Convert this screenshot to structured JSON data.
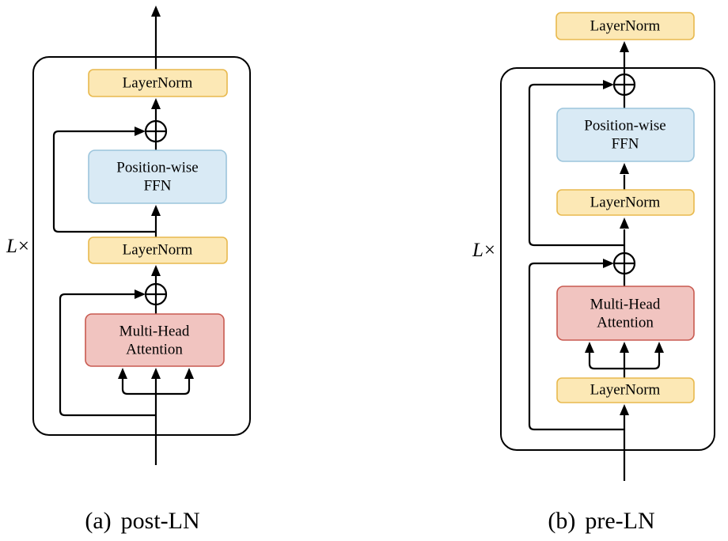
{
  "colors": {
    "background": "#FFFFFF",
    "line": "#000000",
    "gray_arrow": "#7D7D7D",
    "layernorm_fill": "#FCE8B5",
    "layernorm_stroke": "#E8B94E",
    "ffn_fill": "#D9EAF5",
    "ffn_stroke": "#9CC5DC",
    "attention_fill": "#F1C4C0",
    "attention_stroke": "#C85A50"
  },
  "panel_a": {
    "caption_tag": "(a)",
    "caption_text": "post-LN",
    "loop_label_l": "L",
    "loop_label_times": "×",
    "blocks": {
      "layernorm_top": "LayerNorm",
      "ffn_line1": "Position-wise",
      "ffn_line2": "FFN",
      "layernorm_mid": "LayerNorm",
      "attention_line1": "Multi-Head",
      "attention_line2": "Attention"
    }
  },
  "panel_b": {
    "caption_tag": "(b)",
    "caption_text": "pre-LN",
    "loop_label_l": "L",
    "loop_label_times": "×",
    "blocks": {
      "layernorm_output": "LayerNorm",
      "ffn_line1": "Position-wise",
      "ffn_line2": "FFN",
      "layernorm_mid": "LayerNorm",
      "attention_line1": "Multi-Head",
      "attention_line2": "Attention",
      "layernorm_bottom": "LayerNorm"
    }
  }
}
